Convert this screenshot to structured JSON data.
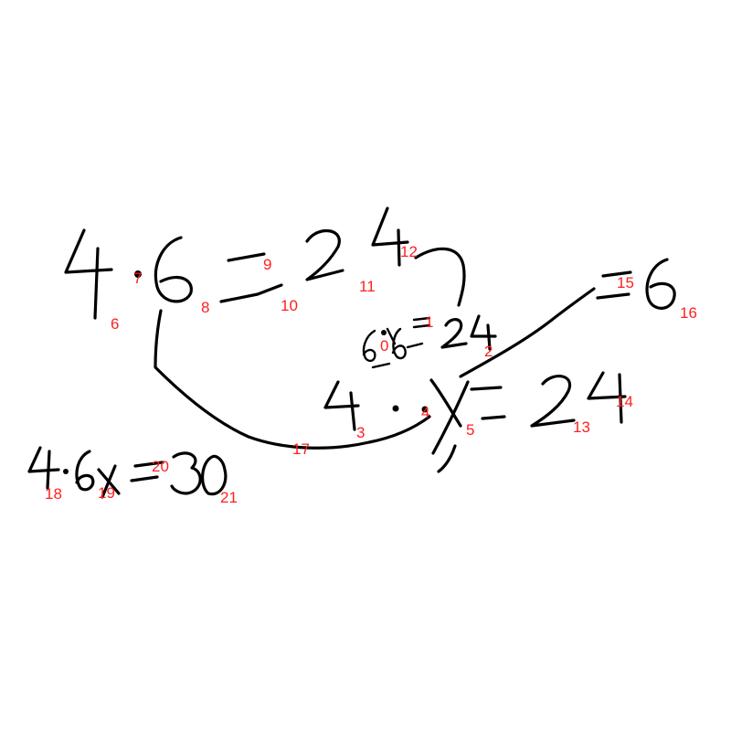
{
  "canvas": {
    "background": "#ffffff",
    "ink_color": "#000000",
    "label_color": "#ff2020"
  },
  "labels": [
    "0",
    "1",
    "2",
    "3",
    "4",
    "5",
    "6",
    "7",
    "8",
    "9",
    "10",
    "11",
    "12",
    "13",
    "14",
    "15",
    "16",
    "17",
    "18",
    "19",
    "20",
    "21"
  ]
}
